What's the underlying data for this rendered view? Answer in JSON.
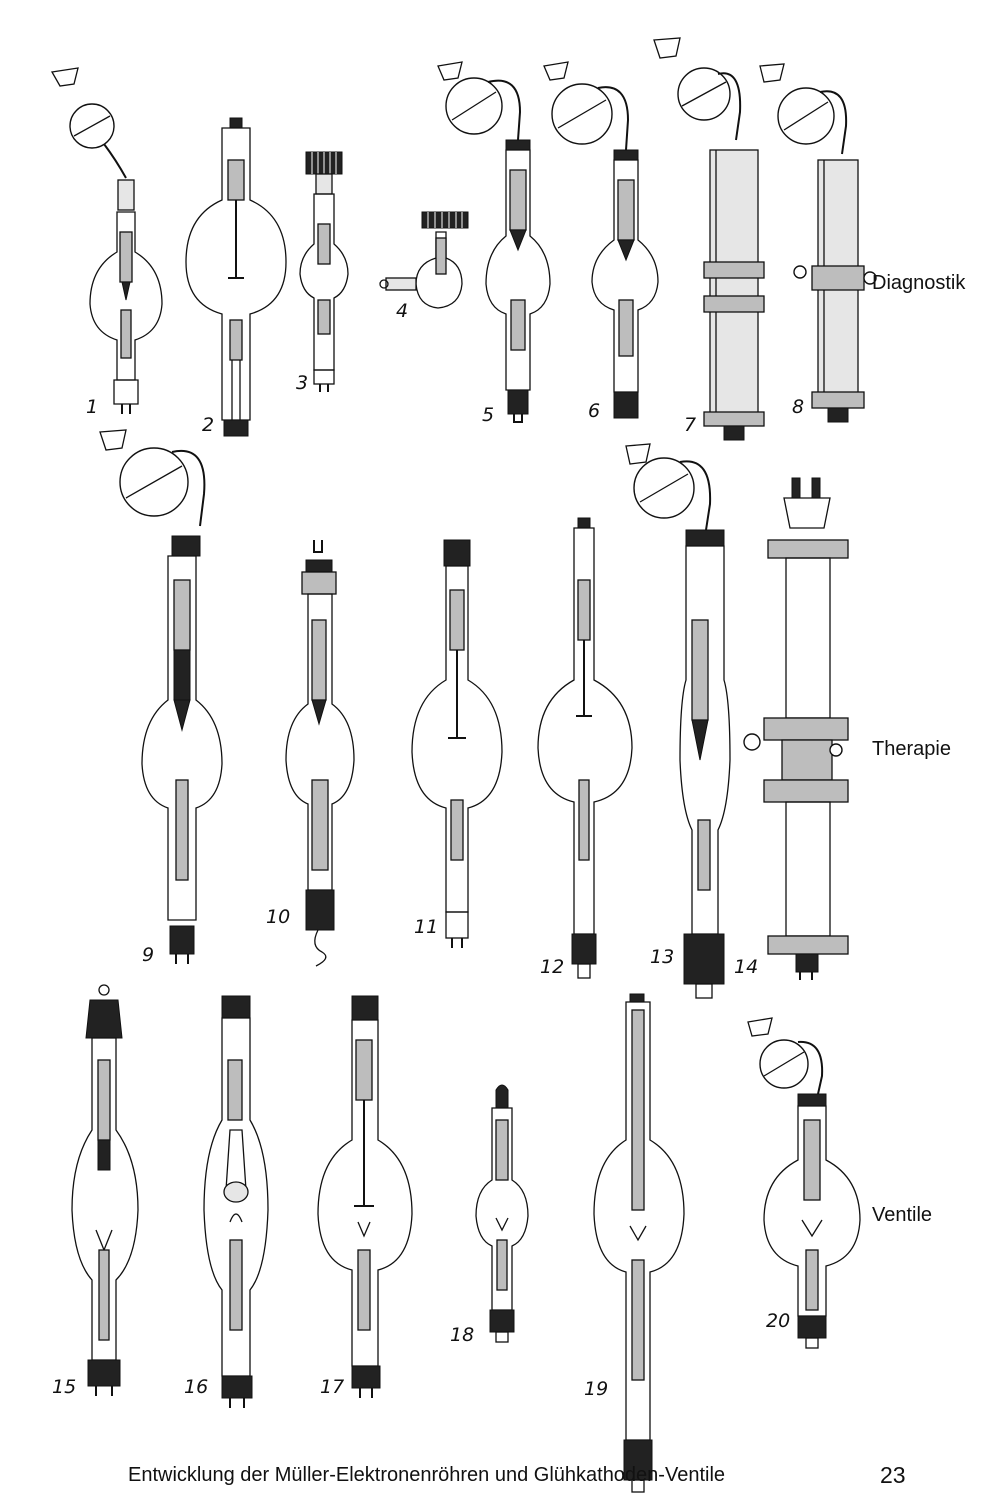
{
  "sections": {
    "diagnostik": "Diagnostik",
    "therapie": "Therapie",
    "ventile": "Ventile"
  },
  "figure_numbers": [
    "1",
    "2",
    "3",
    "4",
    "5",
    "6",
    "7",
    "8",
    "9",
    "10",
    "11",
    "12",
    "13",
    "14",
    "15",
    "16",
    "17",
    "18",
    "19",
    "20"
  ],
  "page_number": "23",
  "caption": "Entwicklung der Müller-Elektronenröhren und Glühkathoden-Ventile"
}
